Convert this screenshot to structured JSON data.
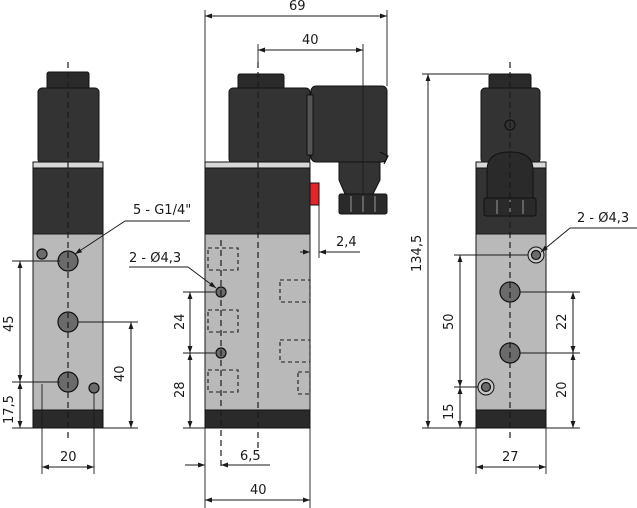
{
  "left_view": {
    "port_callout": "5 - G1/4\"",
    "dim_45": "45",
    "dim_17_5": "17,5",
    "dim_40": "40",
    "dim_20": "20"
  },
  "middle_view": {
    "dim_69": "69",
    "dim_40_top": "40",
    "dim_2_4": "2,4",
    "hole_callout": "2 - Ø4,3",
    "dim_24": "24",
    "dim_28": "28",
    "dim_6_5": "6,5",
    "dim_40_bottom": "40",
    "accent_color": "#e0262b"
  },
  "right_view": {
    "dim_134_5": "134,5",
    "hole_callout": "2 - Ø4,3",
    "dim_50": "50",
    "dim_15": "15",
    "dim_22": "22",
    "dim_20": "20",
    "dim_27": "27"
  }
}
